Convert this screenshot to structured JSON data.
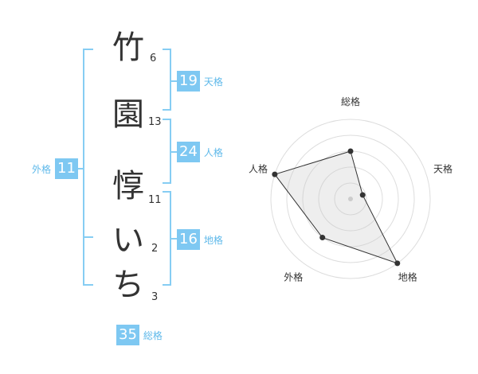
{
  "name": {
    "chars": [
      {
        "char": "竹",
        "strokes": "6"
      },
      {
        "char": "園",
        "strokes": "13"
      },
      {
        "char": "惇",
        "strokes": "11"
      },
      {
        "char": "い",
        "strokes": "2"
      },
      {
        "char": "ち",
        "strokes": "3"
      }
    ]
  },
  "fortunes": {
    "tenkaku": {
      "value": "19",
      "label": "天格"
    },
    "jinkaku": {
      "value": "24",
      "label": "人格"
    },
    "chikaku": {
      "value": "16",
      "label": "地格"
    },
    "gaikaku": {
      "value": "11",
      "label": "外格"
    },
    "soukaku": {
      "value": "35",
      "label": "総格"
    }
  },
  "colors": {
    "accent": "#7ec8f2",
    "accent_text": "#5fb9ea",
    "bracket": "#86cdf3"
  },
  "chart_data": {
    "type": "radar",
    "axes": [
      "総格",
      "天格",
      "地格",
      "外格",
      "人格"
    ],
    "values": [
      3,
      0.8,
      5,
      3,
      5
    ],
    "max": 5,
    "rings": 5
  }
}
